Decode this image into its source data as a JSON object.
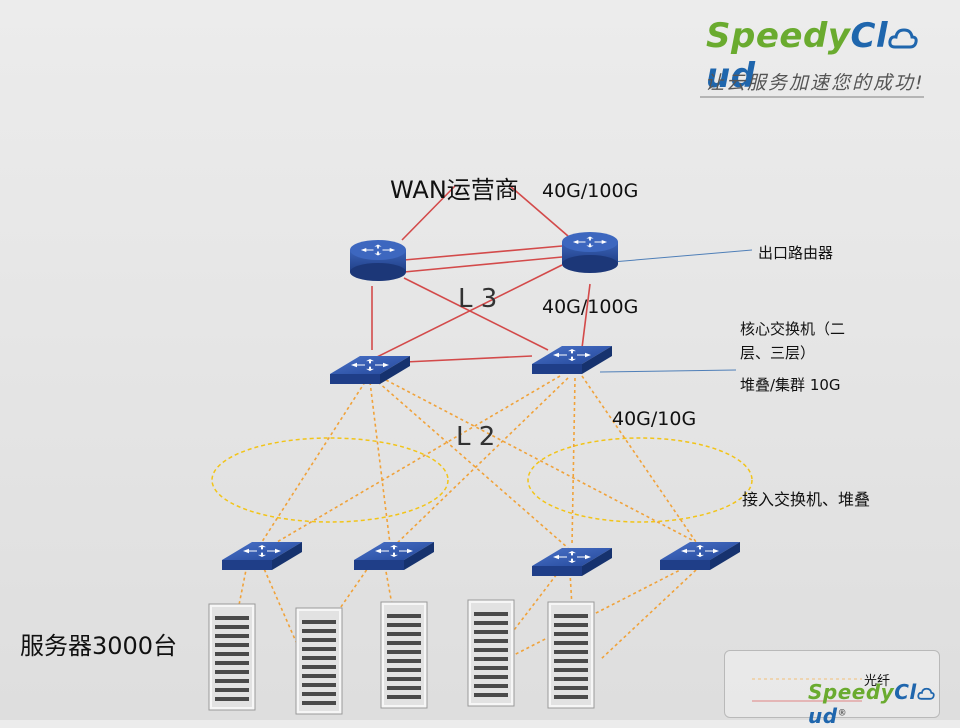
{
  "header": {
    "brand_part1": "Speedy",
    "brand_part2": "Cl",
    "brand_part3": "ud",
    "slogan": "让云服务加速您的成功!"
  },
  "labels": {
    "wan": "WAN运营商",
    "bw_top": "40G/100G",
    "bw_mid": "40G/100G",
    "bw_low": "40G/10G",
    "l3": "L 3",
    "l2": "L 2",
    "servers": "服务器3000台",
    "egress_router": "出口路由器",
    "core_switch_line1": "核心交换机（二",
    "core_switch_line2": "层、三层）",
    "stack_cluster": "堆叠/集群  10G",
    "access_switch": "接入交换机、堆叠"
  },
  "legend": {
    "fiber": "光纤",
    "brand_part1": "Speedy",
    "brand_part2": "Cl",
    "brand_part3": "ud",
    "registered": "®"
  },
  "colors": {
    "device_blue": "#2b4f9e",
    "red_link": "#d34a4a",
    "fiber_orange": "#f0a23a",
    "callout_line": "#4f7fb8",
    "brand_green": "#6aab2f",
    "brand_blue": "#1f66ad"
  }
}
